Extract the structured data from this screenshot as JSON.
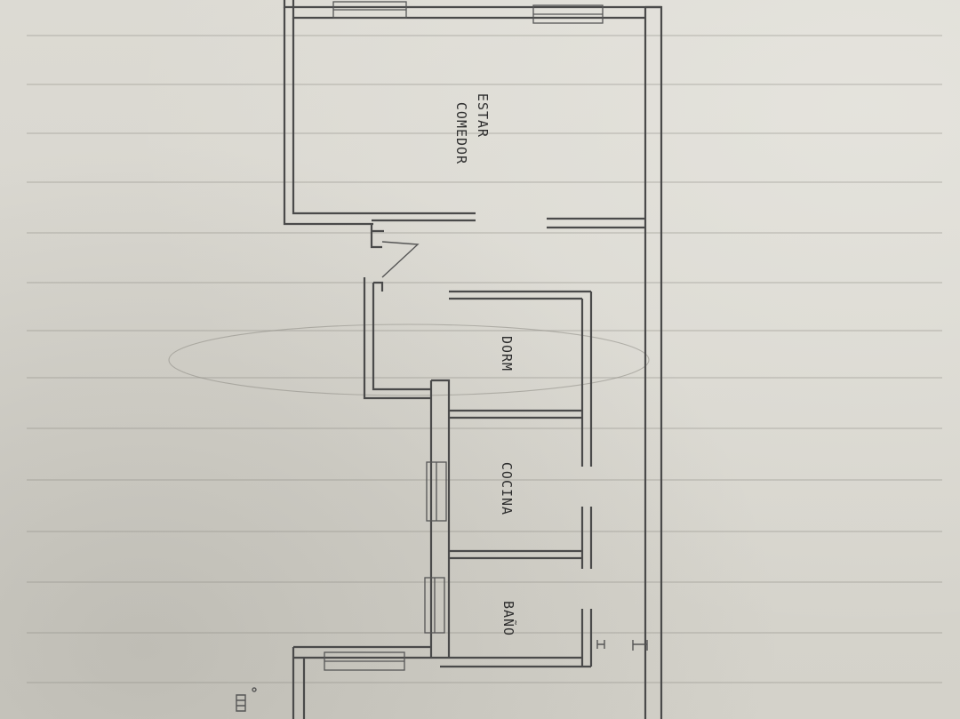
{
  "plan": {
    "rooms": {
      "estar_line1": "ESTAR",
      "estar_line2": "COMEDOR",
      "dorm": "DORM",
      "cocina": "COCINA",
      "bano": "BAÑO"
    }
  },
  "colors": {
    "paper": "#d9d7d0",
    "ink": "#4a4a4a"
  }
}
